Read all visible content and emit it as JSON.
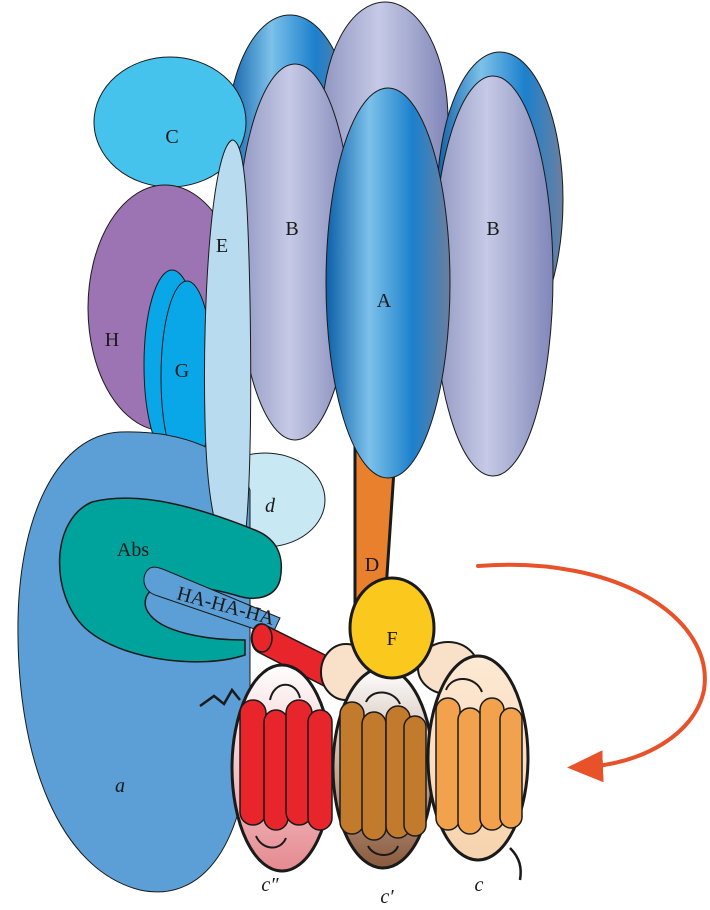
{
  "labels": {
    "A": "A",
    "B_left": "B",
    "B_right": "B",
    "C": "C",
    "D": "D",
    "E": "E",
    "F": "F",
    "G": "G",
    "H": "H",
    "a": "a",
    "d": "d",
    "abs": "Abs",
    "ha": "HA-HA-HA",
    "c_double_prime": "c″",
    "c_prime": "c′",
    "c": "c"
  },
  "colors": {
    "stator_A_B_blue": "#1f7bc9",
    "B_lavender": "#b3b8d8",
    "C": "#45c3ec",
    "H": "#9c74b3",
    "G": "#0aa7e8",
    "E": "#b9dbf0",
    "d": "#c8e8f4",
    "a": "#5b9fd6",
    "Abs": "#00a29c",
    "D_stalk": "#e9802d",
    "F": "#fbc81e",
    "c_ring_red": "#e8252b",
    "c_ring_brown": "#c27a2c",
    "c_ring_orange": "#f2a14d",
    "rotation_arrow": "#e8522a"
  }
}
